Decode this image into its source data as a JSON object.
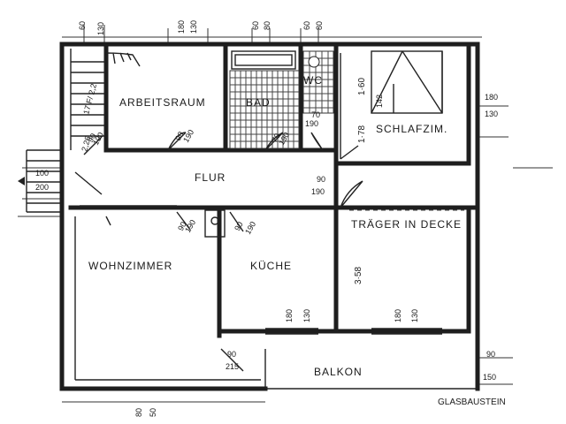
{
  "rooms": {
    "arbeitsraum": "ARBEITSRAUM",
    "bad": "BAD",
    "wc": "WC",
    "schlafzimmer": "SCHLAFZIM.",
    "flur": "FLUR",
    "wohnzimmer": "WOHNZIMMER",
    "kueche": "KÜCHE",
    "traeger": "TRÄGER IN DECKE",
    "balkon": "BALKON"
  },
  "labels": {
    "glasbaustein": "GLASBAUSTEIN",
    "stairs": "17 F/ 2,2",
    "stairs_lower": "2,26"
  },
  "dimensions": {
    "top_1": "60",
    "top_2": "130",
    "top_3": "180",
    "top_4": "130",
    "top_5": "60",
    "top_6": "80",
    "top_7": "60",
    "top_8": "80",
    "schlaf_1": "1·60",
    "schlaf_2": "1·78",
    "schlaf_3": "180",
    "schlaf_4": "130",
    "schlaf_5": "142",
    "wc_door_1": "70",
    "wc_door_2": "190",
    "bad_door_1": "70",
    "bad_door_2": "190",
    "arb_door_1": "90",
    "arb_door_2": "190",
    "stairs_door_1": "90",
    "stairs_door_2": "190",
    "flur_door_1": "90",
    "flur_door_2": "190",
    "entry_1": "100",
    "entry_2": "200",
    "wohn_door_1": "90",
    "wohn_door_2": "190",
    "kueche_door_1": "90",
    "kueche_door_2": "190",
    "height_358": "3·58",
    "kueche_win_1": "180",
    "kueche_win_2": "130",
    "traeger_win_1": "180",
    "traeger_win_2": "130",
    "balkon_door_1": "90",
    "balkon_door_2": "215",
    "right_1": "90",
    "right_2": "150",
    "bottom_1": "80",
    "bottom_2": "50"
  }
}
